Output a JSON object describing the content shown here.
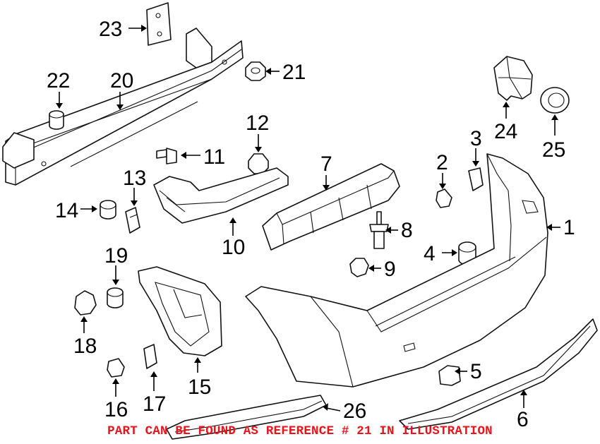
{
  "diagram": {
    "callouts": {
      "c1": "1",
      "c2": "2",
      "c3": "3",
      "c4": "4",
      "c5": "5",
      "c6": "6",
      "c7": "7",
      "c8": "8",
      "c9": "9",
      "c10": "10",
      "c11": "11",
      "c12": "12",
      "c13": "13",
      "c14": "14",
      "c15": "15",
      "c16": "16",
      "c17": "17",
      "c18": "18",
      "c19": "19",
      "c20": "20",
      "c21": "21",
      "c22": "22",
      "c23": "23",
      "c24": "24",
      "c25": "25",
      "c26": "26"
    },
    "note": "PART CAN BE FOUND AS REFERENCE # 21 IN ILLUSTRATION",
    "colors": {
      "note": "#e8141b",
      "line": "#000000",
      "background": "#ffffff"
    }
  }
}
